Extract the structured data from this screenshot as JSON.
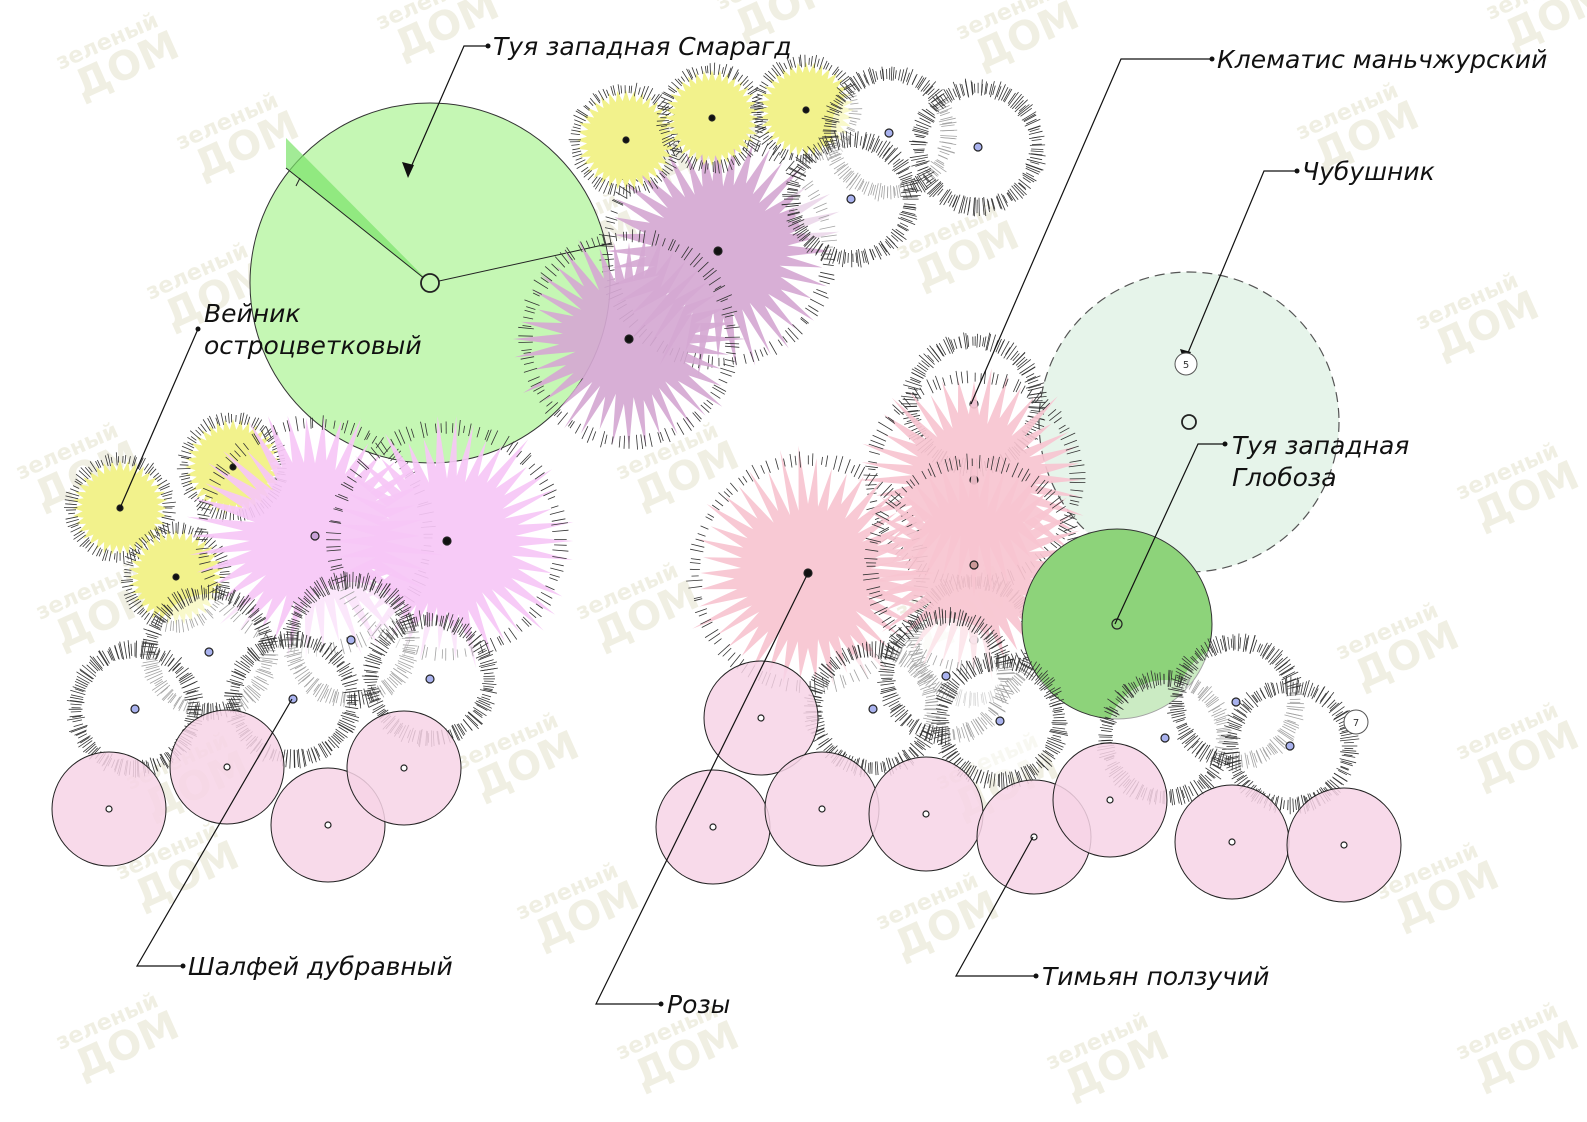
{
  "labels": {
    "thuja_smaragd": "Туя западная Смарагд",
    "clematis": "Клематис маньчжурский",
    "chubushnik": "Чубушник",
    "veinik_line1": "Вейник",
    "veinik_line2": "остроцветковый",
    "thuja_globosa_line1": "Туя западная",
    "thuja_globosa_line2": "Глобоза",
    "shalfey": "Шалфей дубравный",
    "rozy": "Розы",
    "timyan": "Тимьян ползучий"
  },
  "markers": {
    "m5": "5",
    "m7": "7"
  },
  "watermark": {
    "word_top": "зеленый",
    "word_bottom": "ДОМ"
  },
  "colors": {
    "thuja_smaragd": "#c5f7b4",
    "thuja_globosa": "#8dd37a",
    "chubushnik": "#e6f4ea",
    "rose": "#f7d3e6",
    "salvia_purple": "#d5a8d3",
    "pink_shrub": "#f6c7f6",
    "rose_pink": "#f7c4d0",
    "grass_yellow": "#f2f28c",
    "watermark": "#efeee0"
  }
}
